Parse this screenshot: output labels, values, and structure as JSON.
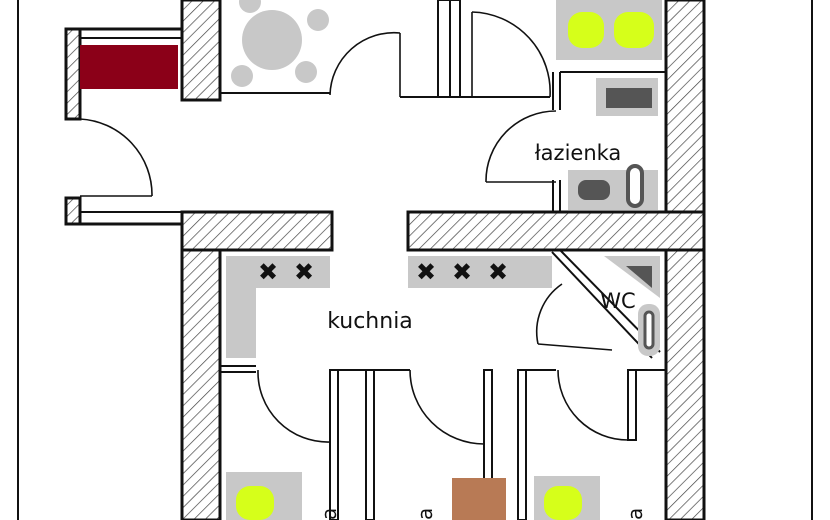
{
  "rooms": {
    "bathroom": "łazienka",
    "kitchen": "kuchnia",
    "wc": "WC"
  },
  "partial_labels": {
    "left": "a",
    "middle": "a",
    "right": "a"
  },
  "colors": {
    "wall_hatch": "#444444",
    "furniture": "#c8c8c8",
    "fixture_dark": "#555555",
    "burner": "#d6ff1a",
    "radiator": "#8b0018",
    "table": "#b87a55",
    "stove_mark": "#111111"
  },
  "icons": {
    "stove": "x-mark",
    "door": "door-swing-arc",
    "sink": "rounded-rect",
    "toilet": "rounded-rect"
  }
}
